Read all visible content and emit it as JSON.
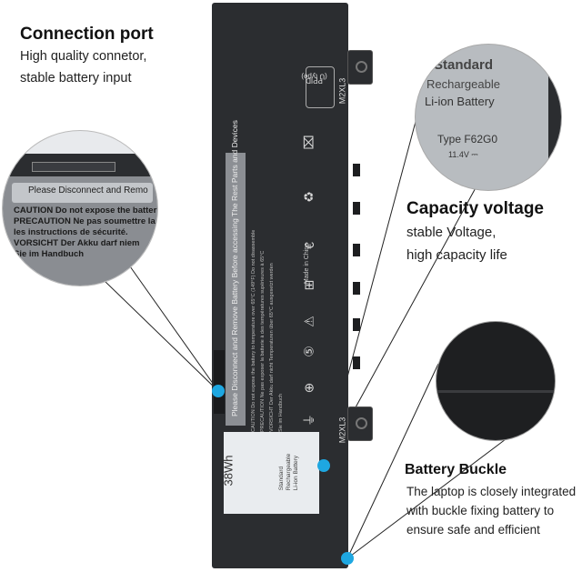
{
  "features": [
    {
      "title": "Connection port",
      "lines": [
        "High quality connetor,",
        "stable battery input"
      ]
    },
    {
      "title": "Capacity voltage",
      "lines": [
        "stable Voltage,",
        "high capacity life"
      ]
    },
    {
      "title": "Battery Buckle",
      "lines": [
        "The laptop is closely integrated",
        "with buckle fixing battery to",
        "ensure safe and efficient"
      ]
    }
  ],
  "battery": {
    "label_text": "Please Disconnect and Remove Battery Before accessing The Rest Parts and Devices",
    "model_top": "M2XL3",
    "model_bottom": "M2XL3",
    "ppid_line1": "PPID",
    "ppid_line2": "(U type)",
    "capacity": "38Wh",
    "standard_lines": [
      "Standard",
      "Rechargeable",
      "Li-ion Battery"
    ],
    "made_in": "Made in China",
    "warnings": [
      "CAUTION Do not expose the battery to temperature over 65°C (149°F) Do not disassemble",
      "PRECAUTION Ne pas exposer la batterie à des températures supérieures à 65°C",
      "VORSICHT Der Akku darf nicht Temperaturen über 65°C ausgesetzt werden",
      "Sie im Handbuch"
    ]
  },
  "zoom_port": {
    "banner": "Please Disconnect and Remo",
    "lines": [
      "CAUTION Do not expose the batter",
      "PRECAUTION Ne pas soumettre la",
      "les instructions de sécurité.",
      "VORSICHT Der Akku darf niem",
      "Sie im Handbuch"
    ]
  },
  "zoom_label": {
    "line1": "Standard",
    "line2": "Rechargeable",
    "line3": "Li-ion Battery",
    "type": "Type F62G0",
    "voltage": "11.4V ⎓"
  },
  "colors": {
    "accent": "#1ea7e1",
    "battery": "#2b2d30"
  }
}
